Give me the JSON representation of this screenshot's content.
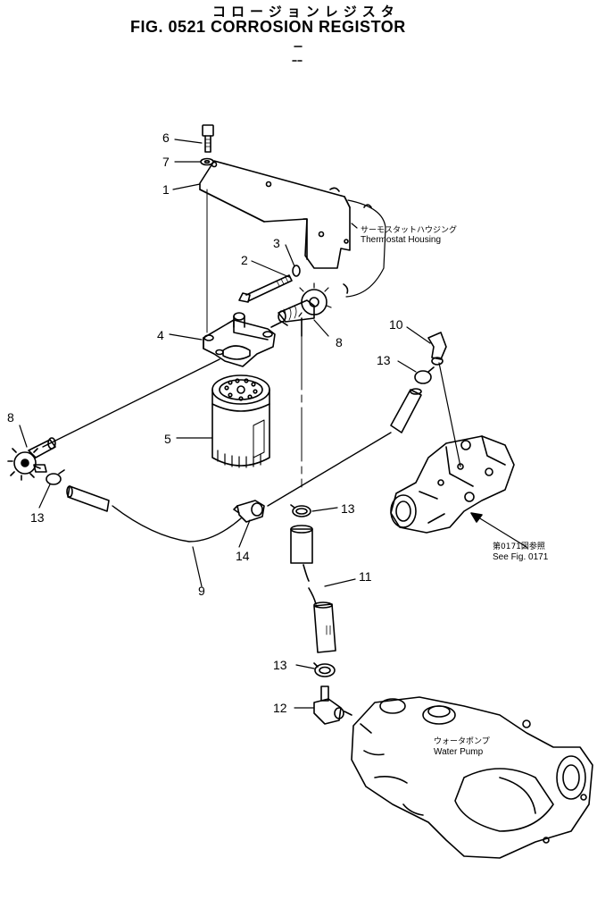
{
  "header": {
    "title_jp": "コロージョンレジスタ",
    "title": "FIG. 0521  CORROSION REGISTOR"
  },
  "callouts": [
    {
      "id": "c1",
      "text": "1"
    },
    {
      "id": "c2",
      "text": "2"
    },
    {
      "id": "c3",
      "text": "3"
    },
    {
      "id": "c4",
      "text": "4"
    },
    {
      "id": "c5",
      "text": "5"
    },
    {
      "id": "c6",
      "text": "6"
    },
    {
      "id": "c7",
      "text": "7"
    },
    {
      "id": "c8a",
      "text": "8"
    },
    {
      "id": "c8b",
      "text": "8"
    },
    {
      "id": "c9",
      "text": "9"
    },
    {
      "id": "c10",
      "text": "10"
    },
    {
      "id": "c11",
      "text": "11"
    },
    {
      "id": "c12",
      "text": "12"
    },
    {
      "id": "c13a",
      "text": "13"
    },
    {
      "id": "c13b",
      "text": "13"
    },
    {
      "id": "c13c",
      "text": "13"
    },
    {
      "id": "c13d",
      "text": "13"
    },
    {
      "id": "c14",
      "text": "14"
    }
  ],
  "notes": {
    "thermostat_jp": "サーモスタットハウジング",
    "thermostat": "Thermostat Housing",
    "see_fig_jp": "第0171図参照",
    "see_fig": "See Fig. 0171",
    "water_pump_jp": "ウォータポンプ",
    "water_pump": "Water Pump"
  }
}
